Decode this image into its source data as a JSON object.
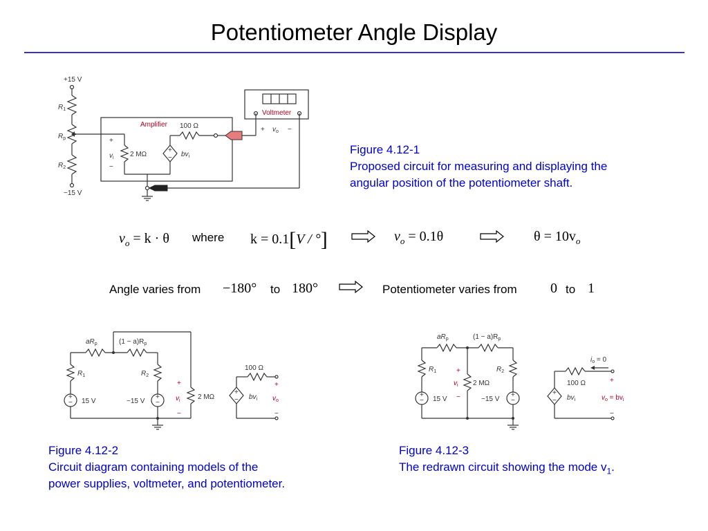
{
  "title": "Potentiometer Angle Display",
  "colors": {
    "caption": "#0000cc",
    "rule": "#3333cc",
    "label_red": "#b00020",
    "probe": "#e87b7b"
  },
  "fig1": {
    "caption_title": "Figure 4.12-1",
    "caption_l1": "Proposed circuit for measuring and displaying the",
    "caption_l2": "angular position of the potentiometer shaft.",
    "labels": {
      "vplus": "+15 V",
      "vminus": "−15 V",
      "r1": "R",
      "r1s": "1",
      "rp": "R",
      "rps": "p",
      "r2": "R",
      "r2s": "2",
      "amp": "Amplifier",
      "r100": "100 Ω",
      "r2m": "2 MΩ",
      "vi": "v",
      "vis": "i",
      "bvi": "bv",
      "bvis": "i",
      "voltmeter": "Voltmeter",
      "vo": "v",
      "vos": "o",
      "plus": "+",
      "minus": "−"
    }
  },
  "equations": {
    "e1_lhs": "v",
    "e1_sub": "o",
    "e1_rhs": " = k · θ",
    "where": "where",
    "e2": "k = 0.1",
    "e2_unit": "V / °",
    "e3_lhs": "v",
    "e3_sub": "o",
    "e3_rhs": " = 0.1θ",
    "e4_lhs": "θ = 10v",
    "e4_sub": "o"
  },
  "range": {
    "angle_text": "Angle varies from",
    "angle_from": "−180°",
    "to1": "to",
    "angle_to": "180°",
    "pot_text": "Potentiometer varies from",
    "pot_from": "0",
    "to2": "to",
    "pot_to": "1"
  },
  "fig2": {
    "caption_title": "Figure 4.12-2",
    "caption_l1": "Circuit diagram containing models of the",
    "caption_l2": "power supplies, voltmeter, and potentiometer.",
    "labels": {
      "arp": "aR",
      "arps": "p",
      "oarp": "(1 − a)R",
      "oarps": "p",
      "r1": "R",
      "r1s": "1",
      "r2": "R",
      "r2s": "2",
      "v15": "15 V",
      "vm15": "−15 V",
      "vi": "v",
      "vis": "i",
      "r2m": "2 MΩ",
      "r100": "100 Ω",
      "bvi": "bv",
      "bvis": "i",
      "vo": "v",
      "vos": "o",
      "plus": "+",
      "minus": "−"
    }
  },
  "fig3": {
    "caption_title": "Figure 4.12-3",
    "caption_l1": "The redrawn circuit showing the mode v",
    "caption_sub": "1",
    "caption_end": ".",
    "labels": {
      "arp": "aR",
      "arps": "p",
      "oarp": "(1 − a)R",
      "oarps": "p",
      "r1": "R",
      "r1s": "1",
      "r2": "R",
      "r2s": "2",
      "v15": "15 V",
      "vm15": "−15 V",
      "vi": "v",
      "vis": "i",
      "r2m": "2 MΩ",
      "r100": "100 Ω",
      "bvi": "bv",
      "bvis": "i",
      "io": "i",
      "ios": "o",
      "io_eq": " = 0",
      "vo_eq": "v",
      "vo_eqs": "o",
      "vo_eq_rhs": " = bv",
      "vo_eq_rhss": "i",
      "plus": "+",
      "minus": "−"
    }
  }
}
